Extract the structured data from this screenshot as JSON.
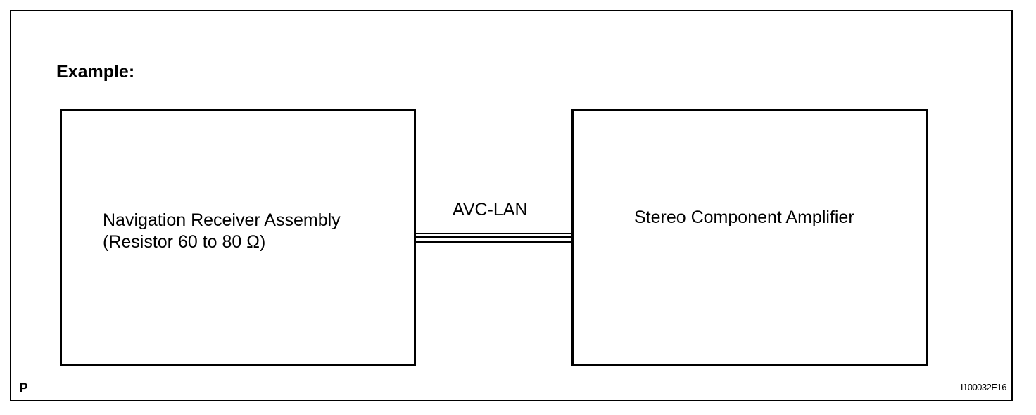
{
  "diagram": {
    "title": "Example:",
    "left_box": {
      "line1": "Navigation Receiver Assembly",
      "line2": "(Resistor 60 to 80 Ω)"
    },
    "right_box": {
      "line1": "Stereo Component Amplifier"
    },
    "connection_label": "AVC-LAN",
    "corner_mark": "P",
    "figure_code": "I100032E16"
  }
}
